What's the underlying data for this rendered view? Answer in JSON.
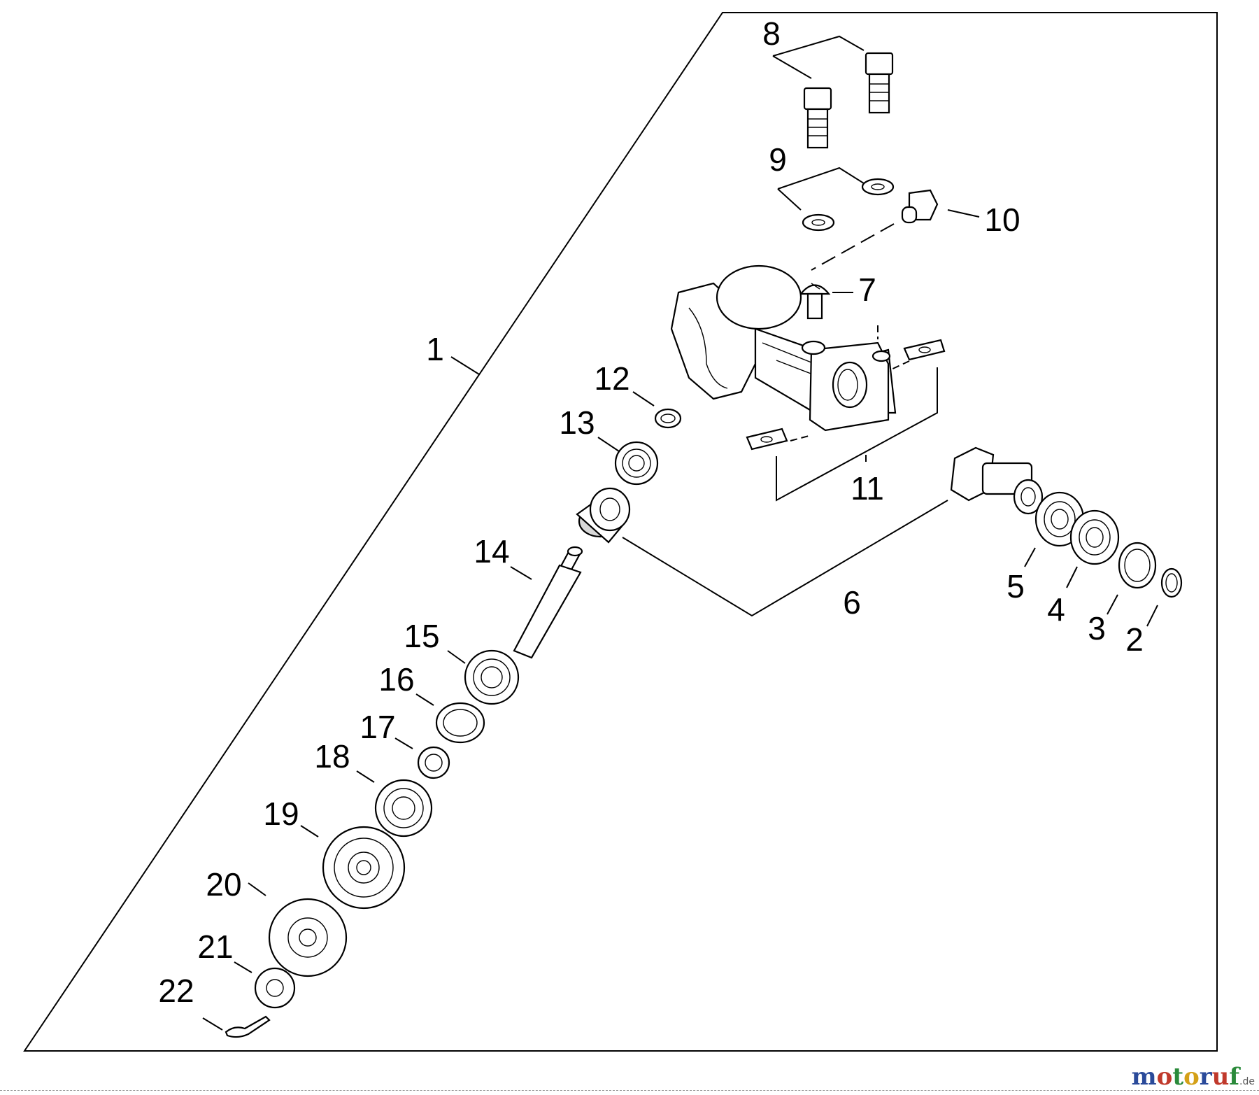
{
  "diagram": {
    "part_labels": [
      {
        "id": "1",
        "text": "1"
      },
      {
        "id": "2",
        "text": "2"
      },
      {
        "id": "3",
        "text": "3"
      },
      {
        "id": "4",
        "text": "4"
      },
      {
        "id": "5",
        "text": "5"
      },
      {
        "id": "6",
        "text": "6"
      },
      {
        "id": "7",
        "text": "7"
      },
      {
        "id": "8",
        "text": "8"
      },
      {
        "id": "9",
        "text": "9"
      },
      {
        "id": "10",
        "text": "10"
      },
      {
        "id": "11",
        "text": "11"
      },
      {
        "id": "12",
        "text": "12"
      },
      {
        "id": "13",
        "text": "13"
      },
      {
        "id": "14",
        "text": "14"
      },
      {
        "id": "15",
        "text": "15"
      },
      {
        "id": "16",
        "text": "16"
      },
      {
        "id": "17",
        "text": "17"
      },
      {
        "id": "18",
        "text": "18"
      },
      {
        "id": "19",
        "text": "19"
      },
      {
        "id": "20",
        "text": "20"
      },
      {
        "id": "21",
        "text": "21"
      },
      {
        "id": "22",
        "text": "22"
      }
    ]
  },
  "watermark": {
    "text": "motoruf",
    "suffix": ".de",
    "colors": [
      "#2a4a9a",
      "#c0392b",
      "#2a8a3a",
      "#d4a017",
      "#2a4a9a",
      "#c0392b",
      "#2a8a3a"
    ]
  }
}
